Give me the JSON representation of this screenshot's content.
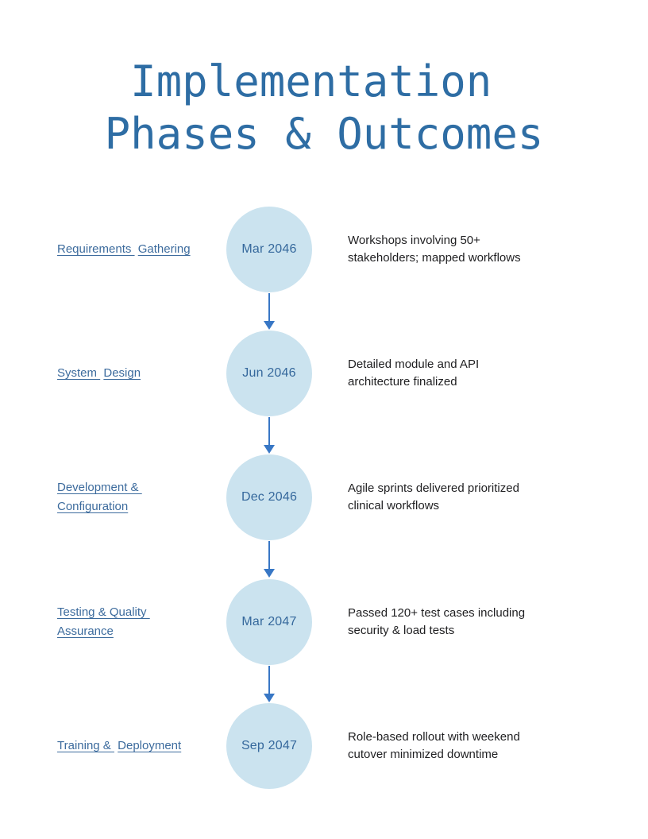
{
  "title": {
    "lines": [
      "Implementation ",
      "Phases & Outcomes"
    ],
    "color": "#2e6da4"
  },
  "timeline": {
    "colors": {
      "circle_fill": "#cbe3ef",
      "date_text": "#35689c",
      "phase_link_text": "#3c6b9d",
      "arrow": "#3877c5",
      "outcome_text": "#1f1f21"
    },
    "items": [
      {
        "phase_lines": [
          "Requirements ",
          "Gathering"
        ],
        "date": "Mar 2046",
        "outcome_lines": [
          "Workshops involving 50+",
          "stakeholders; mapped workflows"
        ]
      },
      {
        "phase_lines": [
          "System ",
          "Design"
        ],
        "date": "Jun 2046",
        "outcome_lines": [
          "Detailed module and API",
          "architecture finalized"
        ]
      },
      {
        "phase_lines": [
          "Development & ",
          "Configuration"
        ],
        "date": "Dec 2046",
        "outcome_lines": [
          "Agile sprints delivered prioritized",
          "clinical workflows"
        ]
      },
      {
        "phase_lines": [
          "Testing & Quality ",
          "Assurance"
        ],
        "date": "Mar 2047",
        "outcome_lines": [
          "Passed 120+ test cases including",
          "security & load tests"
        ]
      },
      {
        "phase_lines": [
          "Training & ",
          "Deployment"
        ],
        "date": "Sep 2047",
        "outcome_lines": [
          "Role-based rollout with weekend",
          "cutover minimized downtime"
        ]
      }
    ]
  }
}
